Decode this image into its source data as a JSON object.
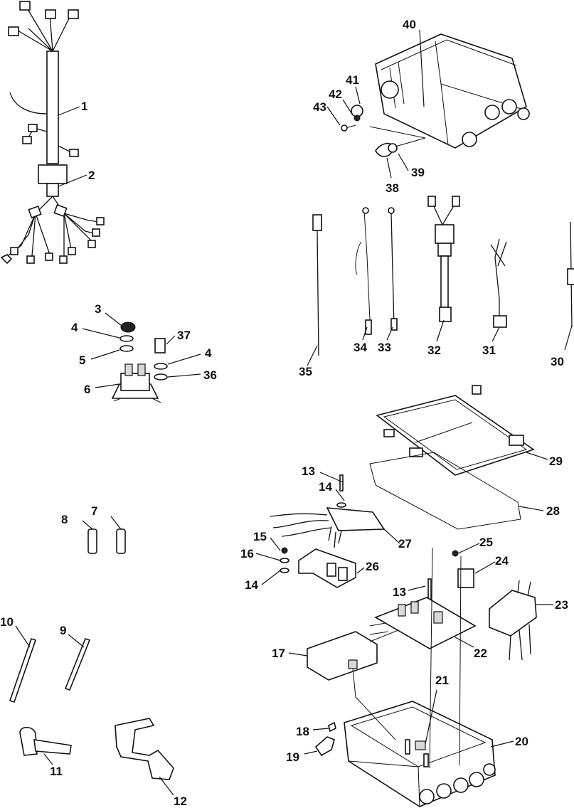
{
  "callouts": {
    "c1": "1",
    "c2": "2",
    "c3": "3",
    "c4a": "4",
    "c4b": "4",
    "c5": "5",
    "c6": "6",
    "c7": "7",
    "c8": "8",
    "c9": "9",
    "c10": "10",
    "c11": "11",
    "c12": "12",
    "c13a": "13",
    "c13b": "13",
    "c14a": "14",
    "c14b": "14",
    "c15": "15",
    "c16": "16",
    "c17": "17",
    "c18": "18",
    "c19": "19",
    "c20": "20",
    "c21": "21",
    "c22": "22",
    "c23": "23",
    "c24": "24",
    "c25": "25",
    "c26": "26",
    "c27": "27",
    "c28": "28",
    "c29": "29",
    "c30": "30",
    "c31": "31",
    "c32": "32",
    "c33": "33",
    "c34": "34",
    "c35": "35",
    "c36": "36",
    "c37": "37",
    "c38": "38",
    "c39": "39",
    "c40": "40",
    "c41": "41",
    "c42": "42",
    "c43": "43"
  }
}
